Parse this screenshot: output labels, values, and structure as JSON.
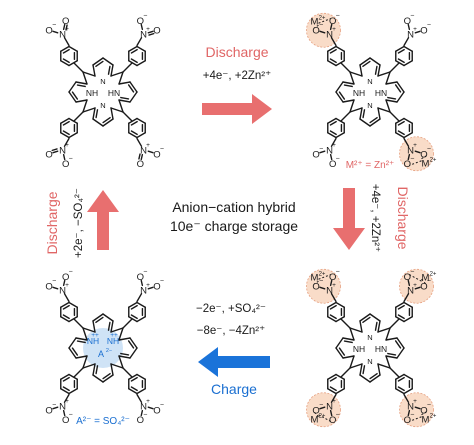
{
  "colors": {
    "red": "#e05a5a",
    "red_text": "#e06666",
    "blue": "#1a73d9",
    "blue_text": "#1a6fd1",
    "halo": "#f9dcc8",
    "halo_stroke": "#e6a080",
    "core_blue": "#cfe3f6",
    "bond": "#1a1a1a"
  },
  "atoms": {
    "nitro_n": "N",
    "nitro_o": "O",
    "core_nh": "NH",
    "core_hn": "HN",
    "core_n": "N",
    "core_nh_plus": "NH",
    "plus": "+",
    "minus": "−",
    "charge_plus_plus": "++"
  },
  "ions": {
    "m2plus": "M",
    "m2plus_sup": "2+",
    "a2minus": "A",
    "a2minus_sup": "2−"
  },
  "top_arrow": {
    "label": "Discharge",
    "line1": "+4e⁻, +2Zn²⁺"
  },
  "right_arrow": {
    "label": "Discharge",
    "line1": "+4e⁻, +2Zn²⁺"
  },
  "left_arrow": {
    "label": "Discharge",
    "line1": "+2e⁻, −SO₄²⁻"
  },
  "bottom_arrow": {
    "label": "Charge",
    "line1": "−2e⁻, +SO₄²⁻",
    "line2": "−8e⁻, −4Zn²⁺"
  },
  "center": {
    "line1": "Anion−cation hybrid",
    "line2": "10e⁻ charge storage"
  },
  "notes": {
    "metal_definition": "M²⁺ = Zn²⁺",
    "anion_definition": "A²⁻ = SO₄²⁻"
  }
}
